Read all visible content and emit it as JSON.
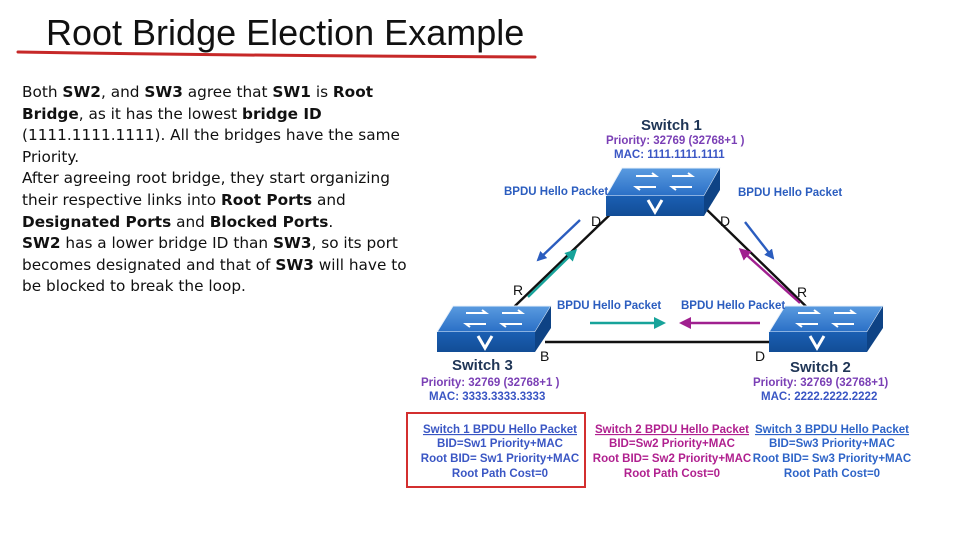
{
  "slide": {
    "title": "Root Bridge Election Example",
    "body_segments": [
      {
        "t": "Both ",
        "b": false
      },
      {
        "t": "SW2",
        "b": true
      },
      {
        "t": ", and ",
        "b": false
      },
      {
        "t": "SW3",
        "b": true
      },
      {
        "t": " agree that ",
        "b": false
      },
      {
        "t": "SW1",
        "b": true
      },
      {
        "t": " is ",
        "b": false
      },
      {
        "t": "Root Bridge",
        "b": true
      },
      {
        "t": ", as it has the lowest ",
        "b": false
      },
      {
        "t": "bridge ID",
        "b": true
      },
      {
        "t": " (1111.1111.1111). All the bridges have the same Priority.",
        "b": false
      },
      {
        "t": "\n",
        "b": false
      },
      {
        "t": "After agreeing root bridge, they start organizing their respective links into ",
        "b": false
      },
      {
        "t": "Root Ports",
        "b": true
      },
      {
        "t": " and ",
        "b": false
      },
      {
        "t": "Designated Ports",
        "b": true
      },
      {
        "t": " and ",
        "b": false
      },
      {
        "t": "Blocked Ports",
        "b": true
      },
      {
        "t": ".",
        "b": false
      },
      {
        "t": "\n",
        "b": false
      },
      {
        "t": "SW2",
        "b": true
      },
      {
        "t": " has a lower bridge ID than ",
        "b": false
      },
      {
        "t": "SW3",
        "b": true
      },
      {
        "t": ", so its port becomes designated and that of ",
        "b": false
      },
      {
        "t": "SW3",
        "b": true
      },
      {
        "t": " will have to be blocked to break the loop.",
        "b": false
      }
    ]
  },
  "colors": {
    "title_underline": "#c62828",
    "switch_blue": "#1a63b8",
    "switch_dark": "#0f4f99",
    "info_purple": "#7a3fb5",
    "info_blue": "#3a56c4",
    "packet_blue": "#2b5dbf",
    "packet_teal": "#17a39a",
    "packet_purple": "#a0208f",
    "box_red": "#d32f2f",
    "sw2_text": "#b0208f",
    "sw3_text": "#2e64c8"
  },
  "switches": {
    "sw1": {
      "name": "Switch 1",
      "priority": "Priority: 32769 (32768+1 )",
      "mac": "MAC: 1111.1111.1111"
    },
    "sw2": {
      "name": "Switch 2",
      "priority": "Priority: 32769 (32768+1)",
      "mac": "MAC: 2222.2222.2222"
    },
    "sw3": {
      "name": "Switch 3",
      "priority": "Priority: 32769 (32768+1 )",
      "mac": "MAC: 3333.3333.3333"
    }
  },
  "ports": {
    "sw1_left": "D",
    "sw1_right": "D",
    "sw3_top": "R",
    "sw2_top": "R",
    "sw3_bottom": "B",
    "sw2_bottom": "D"
  },
  "packets": {
    "left": "BPDU Hello Packet",
    "right": "BPDU Hello Packet",
    "middle_left": "BPDU Hello Packet",
    "middle_right": "BPDU Hello Packet"
  },
  "bpdu_boxes": {
    "sw1": {
      "title": "Switch 1 BPDU Hello Packet",
      "lines": [
        "BID=Sw1 Priority+MAC",
        "Root BID= Sw1 Priority+MAC",
        "Root Path Cost=0"
      ]
    },
    "sw2": {
      "title": "Switch 2 BPDU Hello Packet",
      "lines": [
        "BID=Sw2 Priority+MAC",
        "Root BID= Sw2 Priority+MAC",
        "Root Path Cost=0"
      ]
    },
    "sw3": {
      "title": "Switch 3 BPDU Hello Packet",
      "lines": [
        "BID=Sw3 Priority+MAC",
        "Root BID= Sw3 Priority+MAC",
        "Root Path Cost=0"
      ]
    }
  }
}
